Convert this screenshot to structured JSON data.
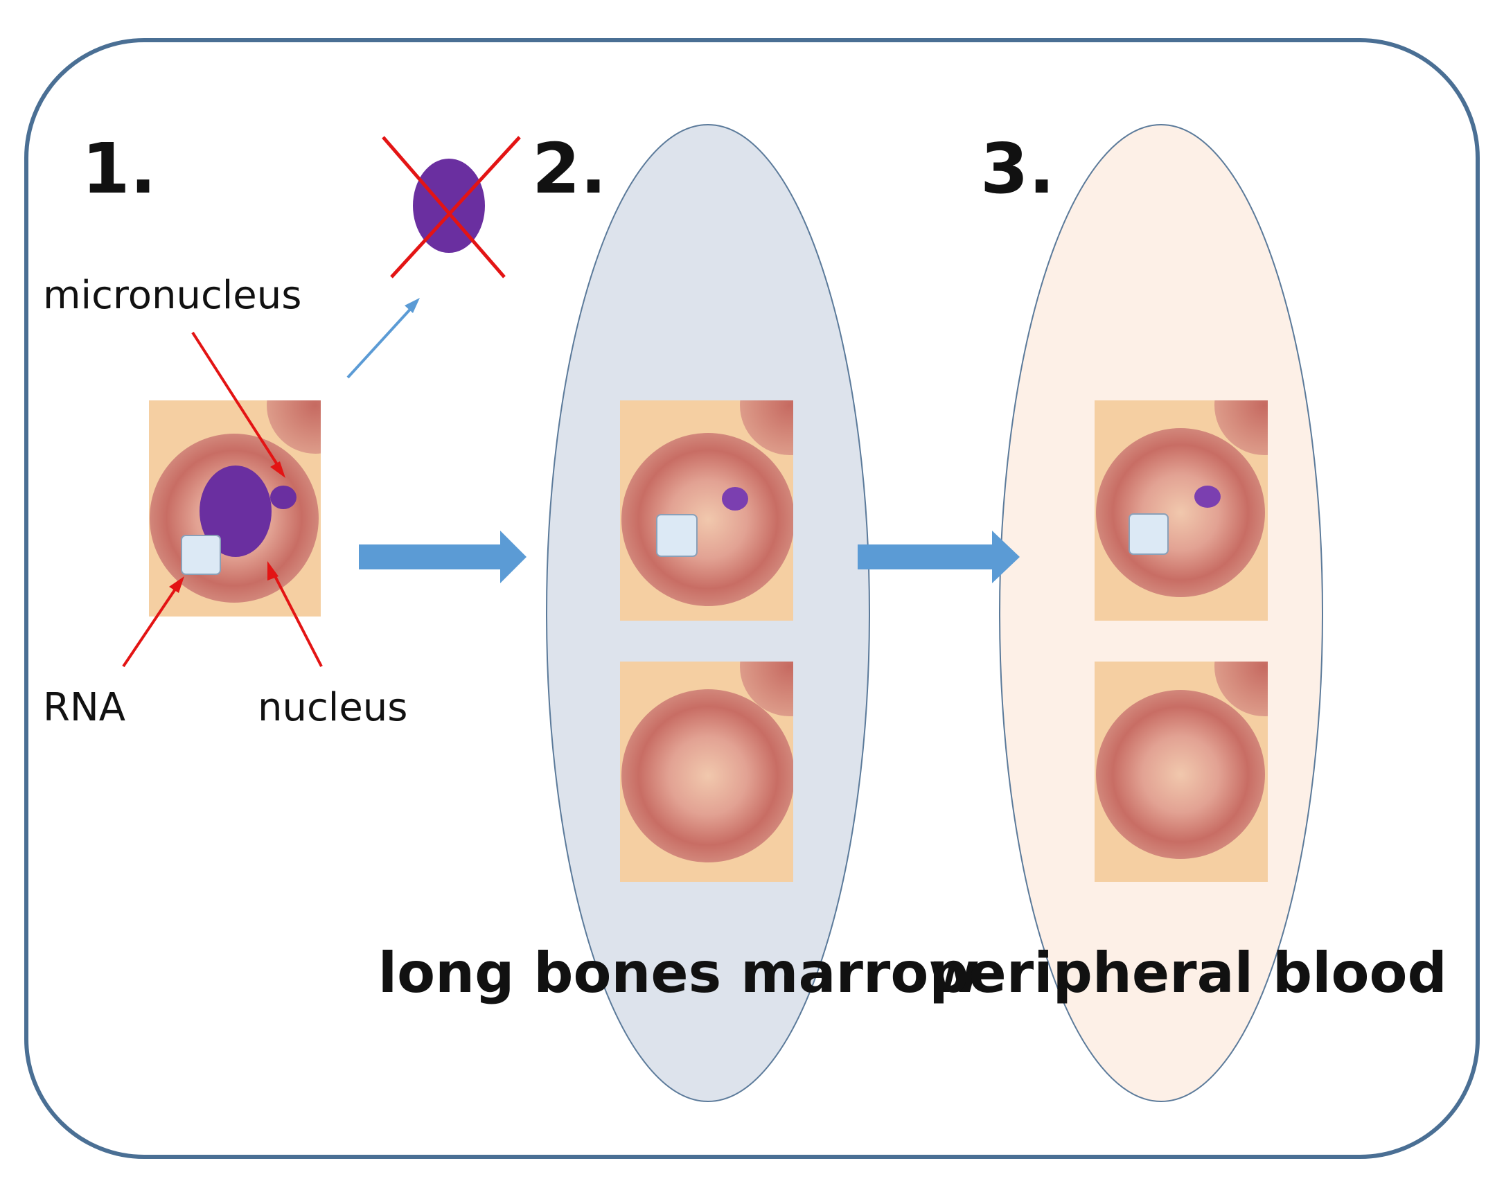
{
  "steps": [
    {
      "number": "1."
    },
    {
      "number": "2.",
      "region_label": "long bones marrow"
    },
    {
      "number": "3.",
      "region_label": "peripheral blood"
    }
  ],
  "callouts": {
    "micronucleus": "micronucleus",
    "rna": "RNA",
    "nucleus": "nucleus"
  },
  "colors": {
    "frame_border": "#4a6f94",
    "cell_background": "#f5cfa2",
    "cell_ring": "#c76b63",
    "nucleus": "#6a2fa0",
    "rna_box": "#dce9f5",
    "pointer_arrow": "#e31414",
    "flow_arrow": "#5b9bd5",
    "marrow_region": "#dde3ec",
    "blood_region": "#fdf0e7"
  }
}
